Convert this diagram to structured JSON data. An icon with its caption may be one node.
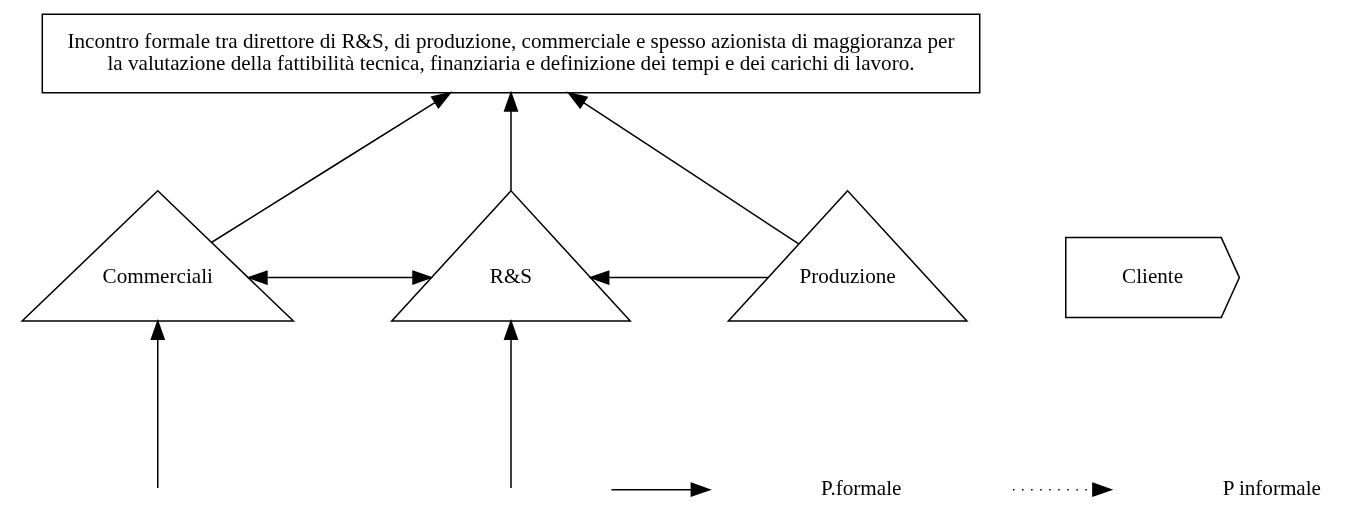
{
  "diagram": {
    "nodes": [
      {
        "text": [
          "Incontro formale tra direttore di R&S, di produzione, commerciale e spesso azionista di maggioranza per la valutazione della fattibilità tecnica, finanziaria e definizione dei tempi e dei carichi di lavoro."
        ]
      },
      {
        "text": [
          "Cliente"
        ]
      },
      {
        "text": [
          "Commerciali"
        ]
      },
      {
        "text": [
          "R&S"
        ]
      },
      {
        "text": [
          "Produzione"
        ]
      }
    ],
    "edges": [
      {
        "from": 2,
        "to": 0,
        "arrow": "to"
      },
      {
        "from": 3,
        "to": 0,
        "arrow": "to"
      },
      {
        "from": 4,
        "to": 0,
        "arrow": "to"
      },
      {
        "from": 2,
        "to": 3,
        "arrow": "both"
      },
      {
        "from": 4,
        "to": 3,
        "arrow": "to"
      },
      {
        "from": null,
        "to": 2,
        "arrow": "to"
      },
      {
        "from": null,
        "to": 3,
        "arrow": "to"
      }
    ],
    "legend": [
      {
        "text": "P.formale"
      },
      {
        "text": "P informale"
      }
    ]
  }
}
